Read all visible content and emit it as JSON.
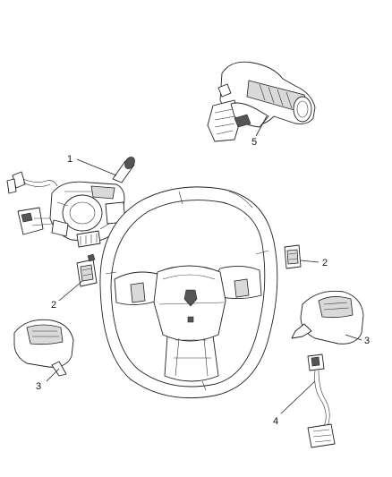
{
  "callouts": {
    "c1": "1",
    "c2a": "2",
    "c2b": "2",
    "c3a": "3",
    "c3b": "3",
    "c4": "4",
    "c5": "5"
  },
  "parts": [
    {
      "callout": "1",
      "icon": "multifunction-switch-and-clockspring-icon"
    },
    {
      "callout": "2",
      "icon": "steering-wheel-switch-icon"
    },
    {
      "callout": "3",
      "icon": "switch-bezel-icon"
    },
    {
      "callout": "4",
      "icon": "wiring-harness-icon"
    },
    {
      "callout": "5",
      "icon": "steering-column-module-icon"
    }
  ]
}
